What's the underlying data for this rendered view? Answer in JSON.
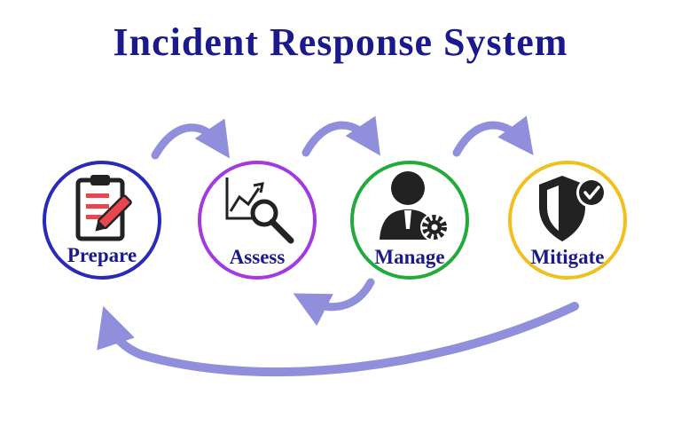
{
  "title": "Incident Response System",
  "steps": [
    {
      "label": "Prepare",
      "icon": "clipboard-pencil-icon",
      "ring_color": "#2a2ab8"
    },
    {
      "label": "Assess",
      "icon": "chart-magnifier-icon",
      "ring_color": "#a23ae0"
    },
    {
      "label": "Manage",
      "icon": "person-gear-icon",
      "ring_color": "#22aa3a"
    },
    {
      "label": "Mitigate",
      "icon": "shield-check-icon",
      "ring_color": "#f0c020"
    }
  ],
  "colors": {
    "arrow": "#8f8fdb",
    "title": "#1a1a8c",
    "icon_dark": "#222222",
    "icon_accent": "#e8454e"
  }
}
